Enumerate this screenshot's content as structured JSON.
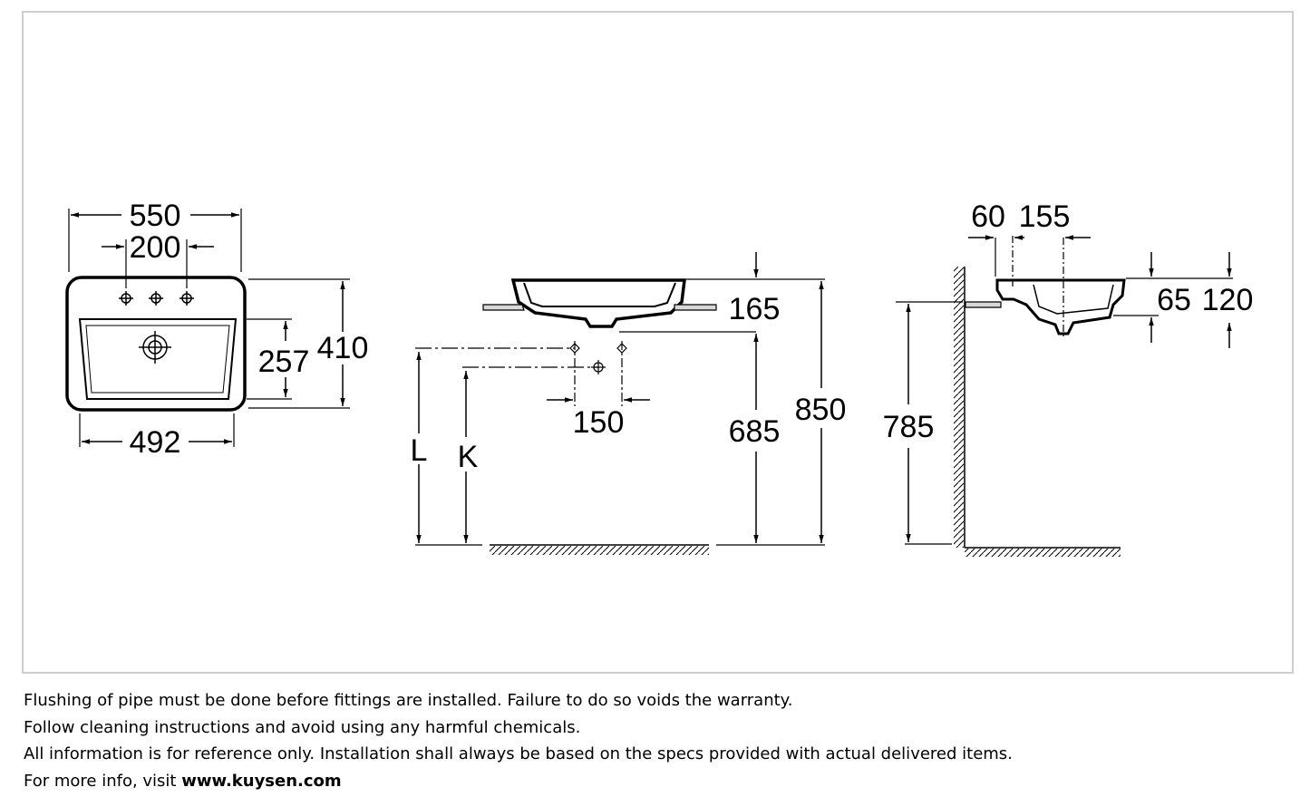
{
  "plan_view": {
    "overall_width": "550",
    "tap_hole_spacing": "200",
    "inner_width": "492",
    "bowl_depth": "257",
    "overall_depth": "410"
  },
  "front_view": {
    "rim_height": "165",
    "tap_spacing": "150",
    "outlet_height": "685",
    "top_height": "850",
    "label_l": "L",
    "label_k": "K"
  },
  "side_view": {
    "wall_offset": "60",
    "outlet_offset": "155",
    "bowl_height": "65",
    "overall_height": "120",
    "install_height": "785"
  },
  "notes": {
    "line1": "Flushing of pipe must be done before fittings are installed. Failure to do so voids the warranty.",
    "line2": "Follow cleaning instructions and avoid using any harmful chemicals.",
    "line3": "All information is for reference only. Installation shall always be based on the specs provided with actual delivered items.",
    "line4_prefix": "For more info, visit ",
    "website": "www.kuysen.com"
  },
  "colors": {
    "line": "#000000",
    "frame": "#cfcfcf"
  }
}
